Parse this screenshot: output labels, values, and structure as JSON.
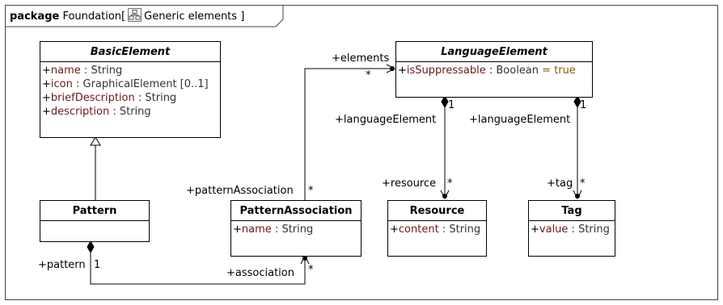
{
  "package": {
    "keyword": "package",
    "name": "Foundation",
    "diagram_name": "Generic elements"
  },
  "classes": {
    "basic_element": {
      "name": "BasicElement",
      "attributes": [
        {
          "vis": "+",
          "name": "name",
          "sep": " : ",
          "type": "String"
        },
        {
          "vis": "+",
          "name": "icon",
          "sep": " : ",
          "type": "GraphicalElement [0..1]"
        },
        {
          "vis": "+",
          "name": "briefDescription",
          "sep": " : ",
          "type": "String"
        },
        {
          "vis": "+",
          "name": "description",
          "sep": " : ",
          "type": "String"
        }
      ]
    },
    "language_element": {
      "name": "LanguageElement",
      "attributes": [
        {
          "vis": "+",
          "name": "isSuppressable",
          "sep": " : ",
          "type": "Boolean",
          "default": " = true"
        }
      ]
    },
    "pattern": {
      "name": "Pattern"
    },
    "pattern_association": {
      "name": "PatternAssociation",
      "attributes": [
        {
          "vis": "+",
          "name": "name",
          "sep": " : ",
          "type": "String"
        }
      ]
    },
    "resource": {
      "name": "Resource",
      "attributes": [
        {
          "vis": "+",
          "name": "content",
          "sep": " : ",
          "type": "String"
        }
      ]
    },
    "tag": {
      "name": "Tag",
      "attributes": [
        {
          "vis": "+",
          "name": "value",
          "sep": " : ",
          "type": "String"
        }
      ]
    }
  },
  "roles": {
    "elements": "+elements",
    "elements_mult": "*",
    "pattern_association": "+patternAssociation",
    "pattern_association_mult": "*",
    "language_element_1": "+languageElement",
    "language_element_1_mult": "1",
    "language_element_2": "+languageElement",
    "language_element_2_mult": "1",
    "resource": "+resource",
    "resource_mult": "*",
    "tag": "+tag",
    "tag_mult": "*",
    "pattern": "+pattern",
    "pattern_mult": "1",
    "association": "+association",
    "association_mult": "*"
  }
}
